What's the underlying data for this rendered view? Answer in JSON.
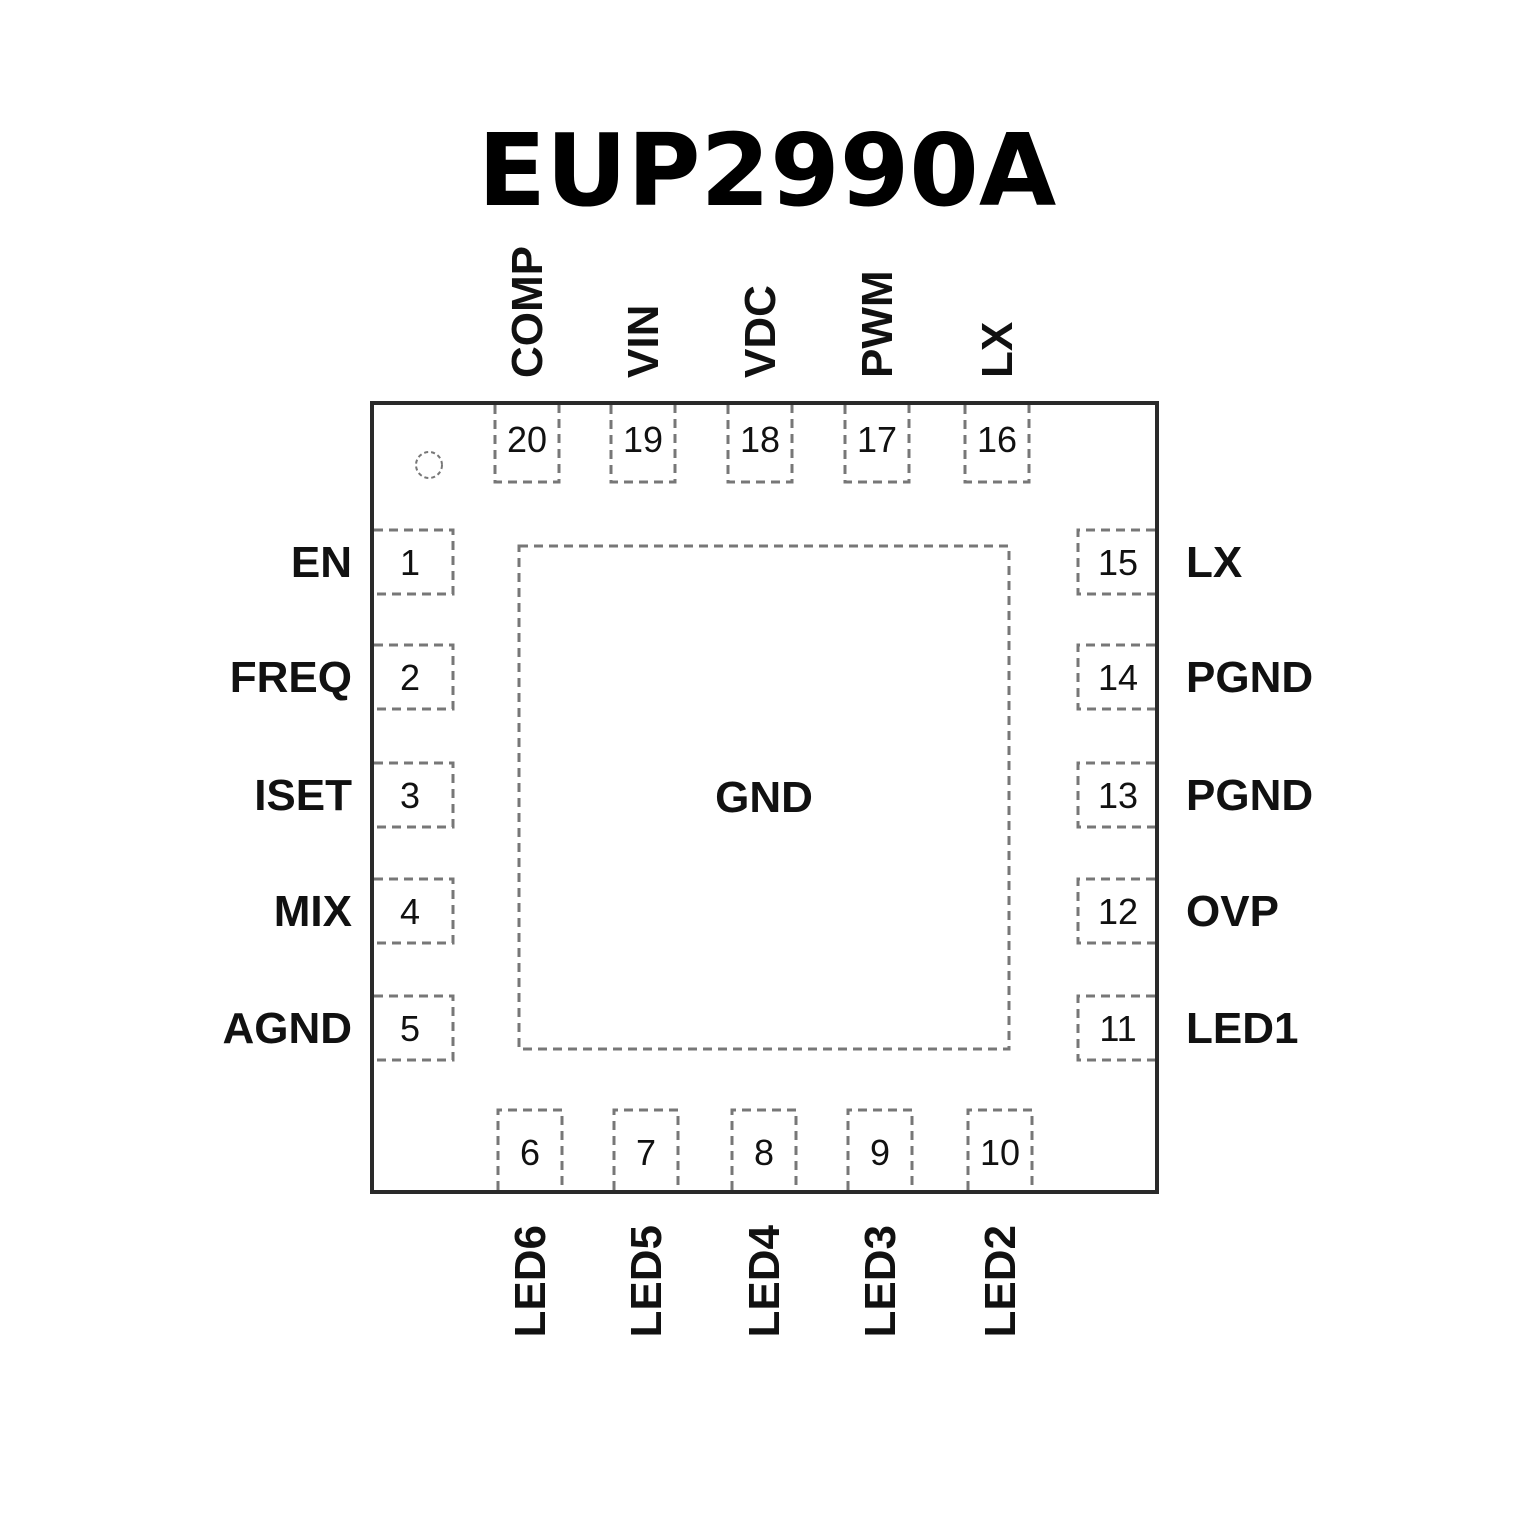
{
  "title": "EUP2990A",
  "center_pad": {
    "label": "GND"
  },
  "pin1_marker": "pin-1-indicator-circle",
  "pins": {
    "left": [
      {
        "number": "1",
        "name": "EN"
      },
      {
        "number": "2",
        "name": "FREQ"
      },
      {
        "number": "3",
        "name": "ISET"
      },
      {
        "number": "4",
        "name": "MIX"
      },
      {
        "number": "5",
        "name": "AGND"
      }
    ],
    "bottom": [
      {
        "number": "6",
        "name": "LED6"
      },
      {
        "number": "7",
        "name": "LED5"
      },
      {
        "number": "8",
        "name": "LED4"
      },
      {
        "number": "9",
        "name": "LED3"
      },
      {
        "number": "10",
        "name": "LED2"
      }
    ],
    "right": [
      {
        "number": "15",
        "name": "LX"
      },
      {
        "number": "14",
        "name": "PGND"
      },
      {
        "number": "13",
        "name": "PGND"
      },
      {
        "number": "12",
        "name": "OVP"
      },
      {
        "number": "11",
        "name": "LED1"
      }
    ],
    "top": [
      {
        "number": "20",
        "name": "COMP"
      },
      {
        "number": "19",
        "name": "VIN"
      },
      {
        "number": "18",
        "name": "VDC"
      },
      {
        "number": "17",
        "name": "PWM"
      },
      {
        "number": "16",
        "name": "LX"
      }
    ]
  }
}
